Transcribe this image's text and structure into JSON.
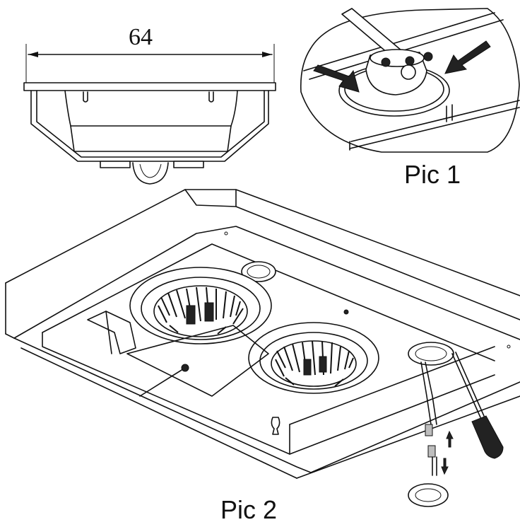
{
  "figure_top": {
    "dimension_label": "64"
  },
  "figure_pic1": {
    "caption": "Pic 1"
  },
  "figure_pic2": {
    "caption": "Pic 2"
  },
  "colors": {
    "line": "#111111",
    "background": "#ffffff",
    "arrow": "#222222"
  }
}
